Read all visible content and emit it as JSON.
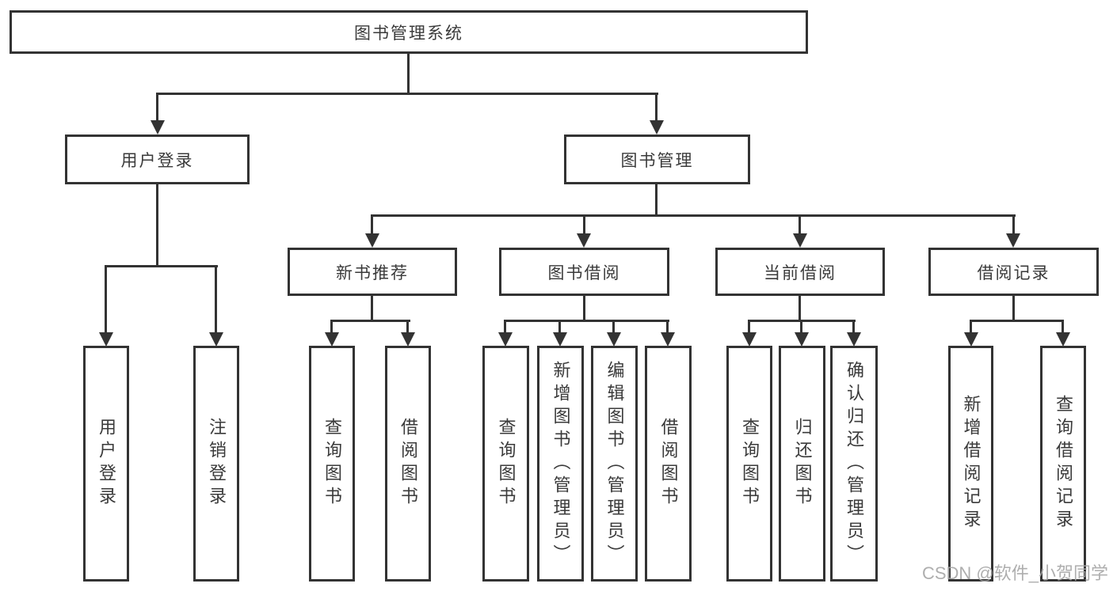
{
  "diagram": {
    "root": "图书管理系统",
    "user_login_branch": {
      "label": "用户登录",
      "children": [
        "用户登录",
        "注销登录"
      ]
    },
    "book_mgmt_branch": {
      "label": "图书管理",
      "groups": [
        {
          "label": "新书推荐",
          "children": [
            "查询图书",
            "借阅图书"
          ]
        },
        {
          "label": "图书借阅",
          "children": [
            "查询图书",
            "新增图书（管理员）",
            "编辑图书（管理员）",
            "借阅图书"
          ]
        },
        {
          "label": "当前借阅",
          "children": [
            "查询图书",
            "归还图书",
            "确认归还（管理员）"
          ]
        },
        {
          "label": "借阅记录",
          "children": [
            "新增借阅记录",
            "查询借阅记录"
          ]
        }
      ]
    }
  },
  "watermark": "CSDN @软件_小贺同学",
  "colors": {
    "line": "#333333",
    "text": "#3a3a3a",
    "watermark": "#a6a6a6",
    "background": "#ffffff"
  }
}
